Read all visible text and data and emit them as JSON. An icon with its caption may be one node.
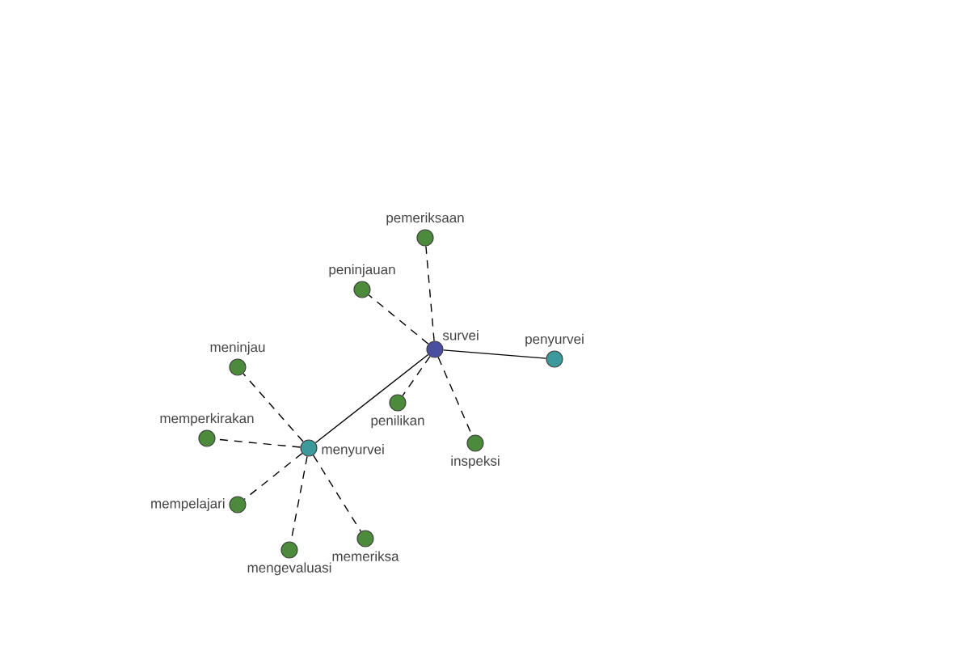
{
  "diagram": {
    "nodes": [
      {
        "text": [
          "pemeriksaan"
        ]
      },
      {
        "text": [
          "peninjauan"
        ]
      },
      {
        "text": [
          "survei"
        ]
      },
      {
        "text": [
          "penyurvei"
        ]
      },
      {
        "text": [
          "meninjau"
        ]
      },
      {
        "text": [
          "penilikan"
        ]
      },
      {
        "text": [
          "memperkirakan"
        ]
      },
      {
        "text": [
          "menyurvei"
        ]
      },
      {
        "text": [
          "inspeksi"
        ]
      },
      {
        "text": [
          "mempelajari"
        ]
      },
      {
        "text": [
          "memeriksa"
        ]
      },
      {
        "text": [
          "mengevaluasi"
        ]
      }
    ],
    "edges": [
      {
        "from": 2,
        "to": 3,
        "arrow": "none"
      },
      {
        "from": 2,
        "to": 7,
        "arrow": "none"
      },
      {
        "from": 2,
        "to": 0,
        "arrow": "none",
        "style": "dashed"
      },
      {
        "from": 2,
        "to": 1,
        "arrow": "none",
        "style": "dashed"
      },
      {
        "from": 2,
        "to": 5,
        "arrow": "none",
        "style": "dashed"
      },
      {
        "from": 2,
        "to": 8,
        "arrow": "none",
        "style": "dashed"
      },
      {
        "from": 7,
        "to": 4,
        "arrow": "none",
        "style": "dashed"
      },
      {
        "from": 7,
        "to": 6,
        "arrow": "none",
        "style": "dashed"
      },
      {
        "from": 7,
        "to": 9,
        "arrow": "none",
        "style": "dashed"
      },
      {
        "from": 7,
        "to": 11,
        "arrow": "none",
        "style": "dashed"
      },
      {
        "from": 7,
        "to": 10,
        "arrow": "none",
        "style": "dashed"
      }
    ]
  }
}
